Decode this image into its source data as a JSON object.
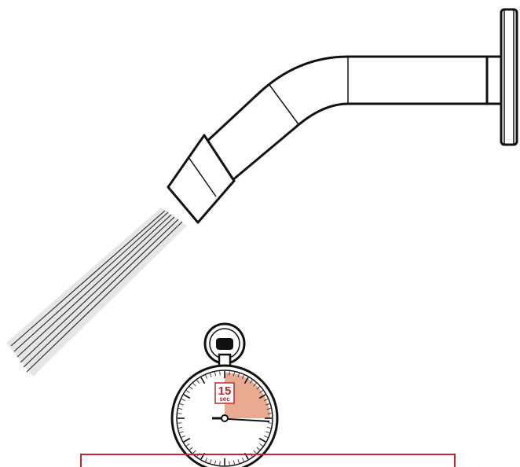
{
  "timer": {
    "number": "15",
    "unit": "sec",
    "elapsed_seconds": 15,
    "label_color": "#c0282b",
    "wedge_color": "#e8ab92"
  },
  "colors": {
    "line": "#111111",
    "spray": "#e6e6e6",
    "box_border": "#c0282b"
  },
  "icons": [
    "shower-head-icon",
    "stopwatch-icon"
  ]
}
